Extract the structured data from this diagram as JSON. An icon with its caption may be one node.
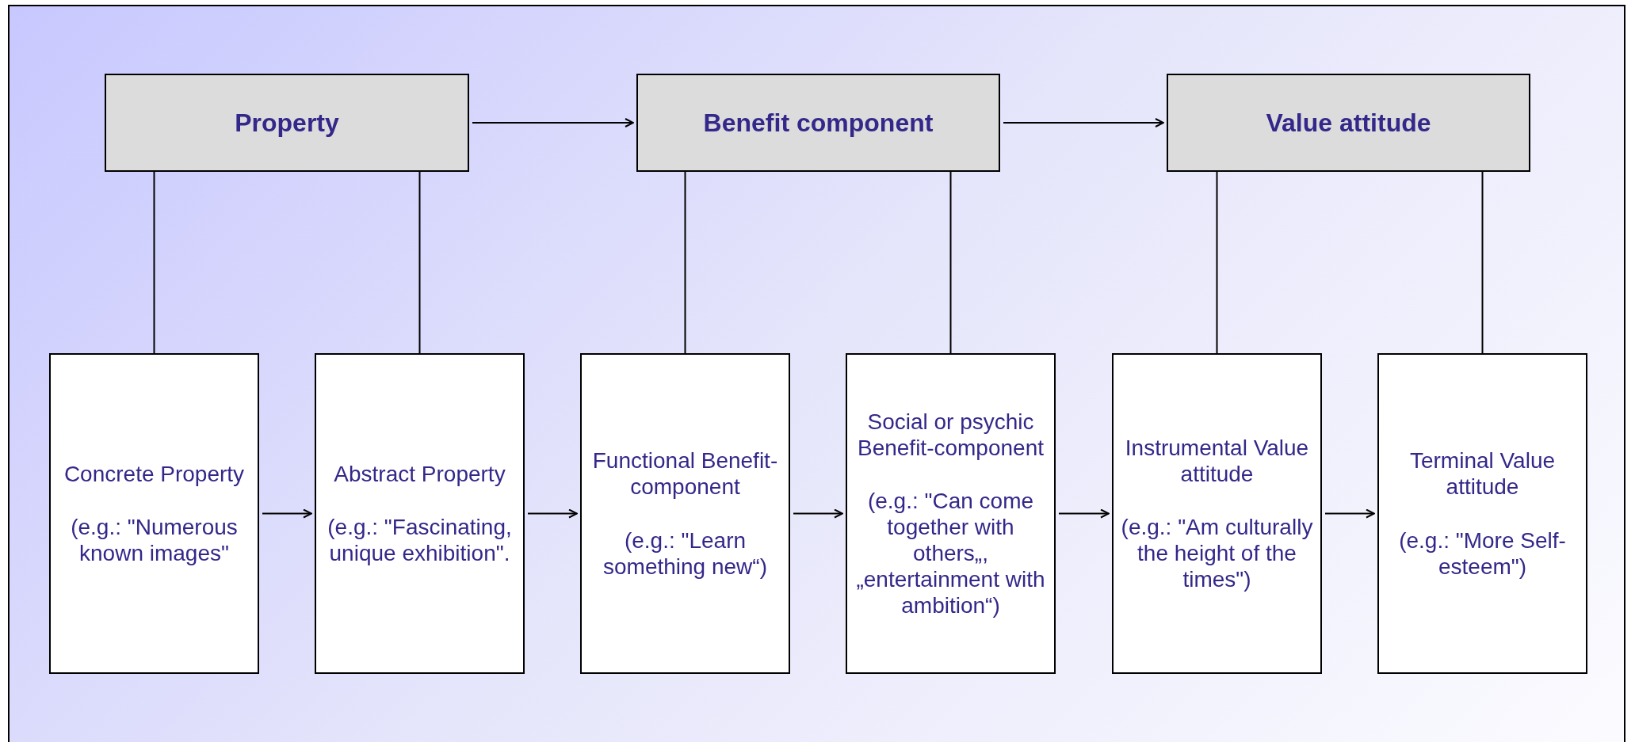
{
  "diagram": {
    "nodes": [
      {
        "text": [
          "Property"
        ]
      },
      {
        "text": [
          "Benefit component"
        ]
      },
      {
        "text": [
          "Value attitude"
        ]
      },
      {
        "text": [
          "Concrete Property",
          "(e.g.: \"Numerous known images\""
        ]
      },
      {
        "text": [
          "Abstract Property",
          "(e.g.: \"Fascinating, unique exhibition\"."
        ]
      },
      {
        "text": [
          "Functional Benefit-component",
          "(e.g.: \"Learn something new“)"
        ]
      },
      {
        "text": [
          "Social or psychic Benefit-component",
          "(e.g.: \"Can come together with others„, „entertainment with ambition“)"
        ]
      },
      {
        "text": [
          "Instrumental Value attitude",
          "(e.g.: \"Am culturally the height of the times\")"
        ]
      },
      {
        "text": [
          "Terminal Value attitude",
          "(e.g.: \"More Self-esteem\")"
        ]
      }
    ],
    "edges": [
      {
        "from": 0,
        "to": 3,
        "arrow": "none"
      },
      {
        "from": 0,
        "to": 4,
        "arrow": "none"
      },
      {
        "from": 1,
        "to": 5,
        "arrow": "none"
      },
      {
        "from": 1,
        "to": 6,
        "arrow": "none"
      },
      {
        "from": 2,
        "to": 7,
        "arrow": "none"
      },
      {
        "from": 2,
        "to": 8,
        "arrow": "none"
      },
      {
        "from": 0,
        "to": 1,
        "arrow": "to"
      },
      {
        "from": 1,
        "to": 2,
        "arrow": "to"
      },
      {
        "from": 3,
        "to": 4,
        "arrow": "to"
      },
      {
        "from": 4,
        "to": 5,
        "arrow": "to"
      },
      {
        "from": 5,
        "to": 6,
        "arrow": "to"
      },
      {
        "from": 6,
        "to": 7,
        "arrow": "to"
      },
      {
        "from": 7,
        "to": 8,
        "arrow": "to"
      }
    ]
  }
}
